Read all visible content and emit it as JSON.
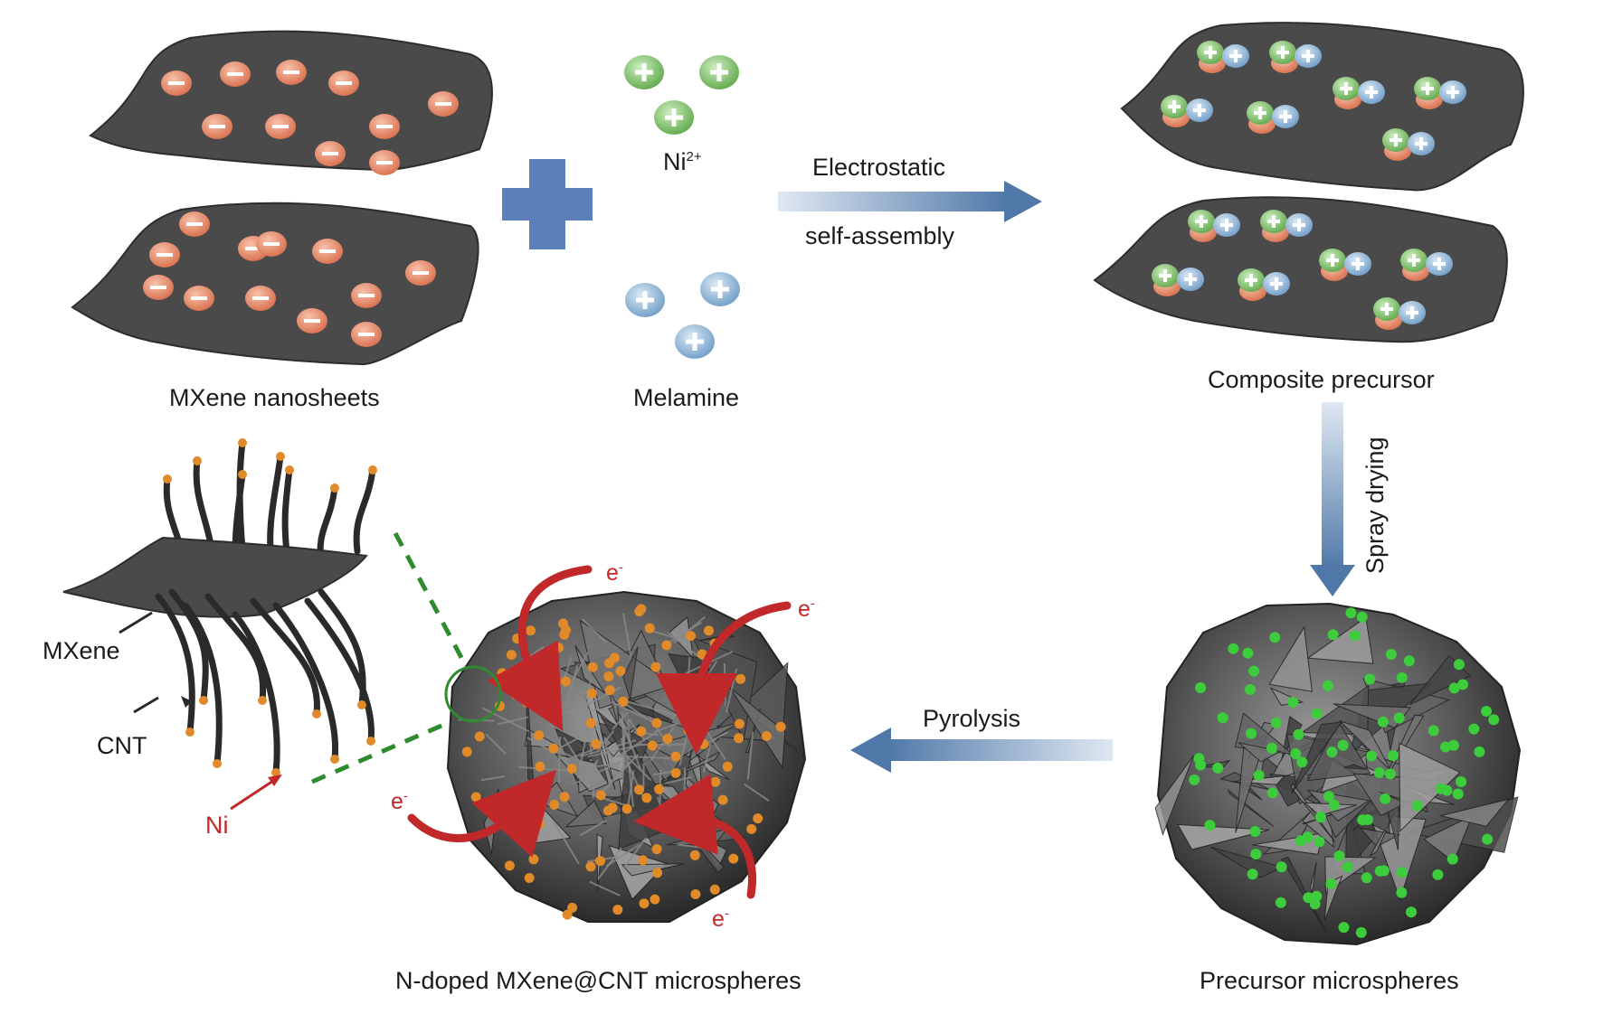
{
  "labels": {
    "mxene_nanosheets": "MXene nanosheets",
    "ni_ion": "Ni",
    "ni_charge": "2+",
    "melamine": "Melamine",
    "step_electrostatic_1": "Electrostatic",
    "step_electrostatic_2": "self-assembly",
    "composite_precursor": "Composite precursor",
    "step_spray_drying": "Spray drying",
    "precursor_microspheres": "Precursor microspheres",
    "step_pyrolysis": "Pyrolysis",
    "product": "N-doped MXene@CNT microspheres",
    "inset_mxene": "MXene",
    "inset_cnt": "CNT",
    "inset_ni": "Ni",
    "electron": "e",
    "electron_charge": "-"
  },
  "colors": {
    "sheet": "#4a4a4a",
    "negative_dot": "#e58a68",
    "ni_ion": "#7fbf5f",
    "melamine_ion": "#8ab4d8",
    "plus_sign": "#5b7fb8",
    "arrow": "#4f78a8",
    "electron_arrow": "#c0282a",
    "ni_particle": "#e08a2a",
    "green_particle": "#3ccc3c",
    "dashed_link": "#2e8b2e"
  }
}
